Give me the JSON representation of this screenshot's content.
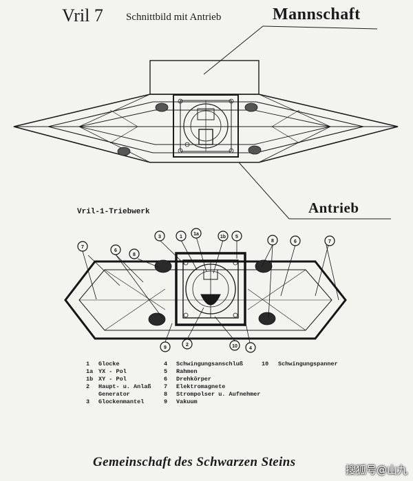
{
  "title": "Vril 7",
  "subtitle": "Schnittbild mit Antrieb",
  "annotations": {
    "crew": "Mannschaft",
    "drive": "Antrieb"
  },
  "engine_title": "Vril-1-Triebwerk",
  "callouts": {
    "top_row": [
      "3",
      "1",
      "1a",
      "1b",
      "5"
    ],
    "left": [
      "7",
      "6",
      "8"
    ],
    "right": [
      "8",
      "6",
      "7"
    ],
    "bottom": [
      "9",
      "2",
      "10",
      "4"
    ]
  },
  "legend": {
    "col1": [
      {
        "key": "1",
        "text": "Glocke"
      },
      {
        "key": "1a",
        "text": "YX - Pol"
      },
      {
        "key": "1b",
        "text": "XY - Pol"
      },
      {
        "key": "2",
        "text": "Haupt- u. Anlaß"
      },
      {
        "key": "",
        "text": "Generator"
      },
      {
        "key": "3",
        "text": "Glockenmantel"
      }
    ],
    "col2": [
      {
        "key": "4",
        "text": "Schwingungsanschluß"
      },
      {
        "key": "5",
        "text": "Rahmen"
      },
      {
        "key": "6",
        "text": "Drehkörper"
      },
      {
        "key": "7",
        "text": "Elektromagnete"
      },
      {
        "key": "8",
        "text": "Strompolser u. Aufnehmer"
      },
      {
        "key": "9",
        "text": "Vakuum"
      }
    ],
    "col3": [
      {
        "key": "10",
        "text": "Schwingungspanner"
      }
    ]
  },
  "footer": "Gemeinschaft des Schwarzen Steins",
  "watermark": "搜狐号@山九"
}
